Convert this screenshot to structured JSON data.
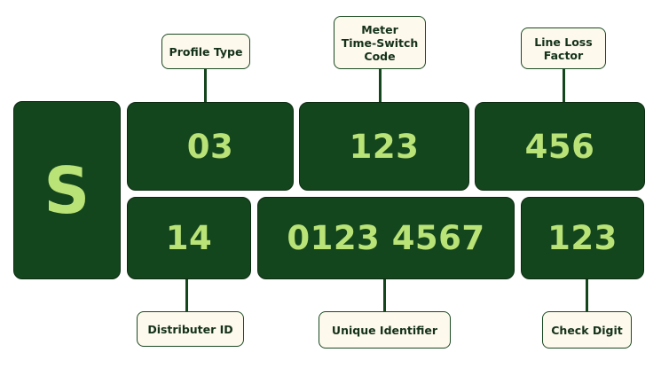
{
  "prefix": "S",
  "top_row": [
    {
      "value": "03",
      "label": "Profile Type"
    },
    {
      "value": "123",
      "label": "Meter\nTime-Switch\nCode"
    },
    {
      "value": "456",
      "label": "Line Loss\nFactor"
    }
  ],
  "bottom_row": [
    {
      "value": "14",
      "label": "Distributer ID"
    },
    {
      "value": "0123 4567",
      "label": "Unique Identifier"
    },
    {
      "value": "123",
      "label": "Check Digit"
    }
  ],
  "colors": {
    "cell_bg": "#14461d",
    "cell_text": "#b9e277",
    "label_bg": "#fdf9ec",
    "connector": "#14461d"
  }
}
